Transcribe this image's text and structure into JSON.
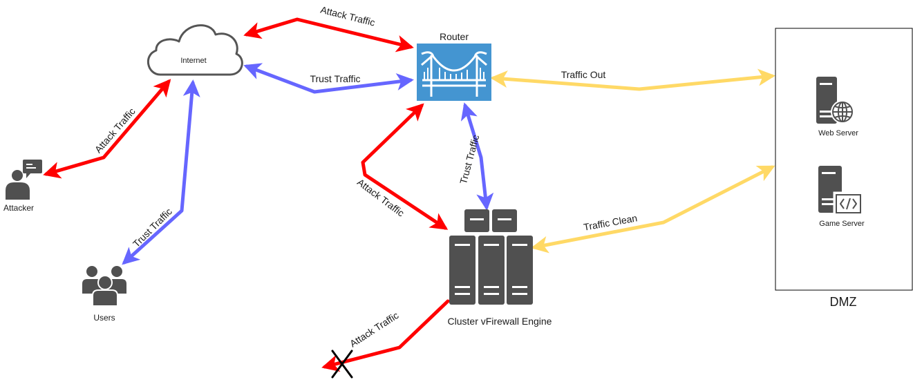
{
  "colors": {
    "attack": "#ff0000",
    "trust": "#6666ff",
    "clean": "#ffd966",
    "router_fill": "#4495d1",
    "device": "#505050",
    "cloud_stroke": "#555555",
    "text": "#1a1a1a"
  },
  "icons": {
    "internet": "cloud-icon",
    "router": "router-bridge-icon",
    "attacker": "attacker-icon",
    "users": "users-icon",
    "firewall": "server-cluster-icon",
    "web_server": "web-server-icon",
    "game_server": "game-server-icon",
    "blocked": "x-mark-icon"
  },
  "nodes": {
    "internet": "Internet",
    "router": "Router",
    "attacker": "Attacker",
    "users": "Users",
    "firewall": "Cluster vFirewall Engine",
    "web_server": "Web Server",
    "game_server": "Game Server",
    "dmz": "DMZ"
  },
  "edges": {
    "internet_router_attack": "Attack Traffic",
    "internet_router_trust": "Trust Traffic",
    "router_dmz": "Traffic Out",
    "internet_attacker": "Attack Traffic",
    "internet_users": "Trust Traffic",
    "router_firewall_attack": "Attack Traffic",
    "router_firewall_trust": "Trust Traffic",
    "firewall_dmz": "Traffic Clean",
    "firewall_dropped": "Attack Traffic"
  }
}
